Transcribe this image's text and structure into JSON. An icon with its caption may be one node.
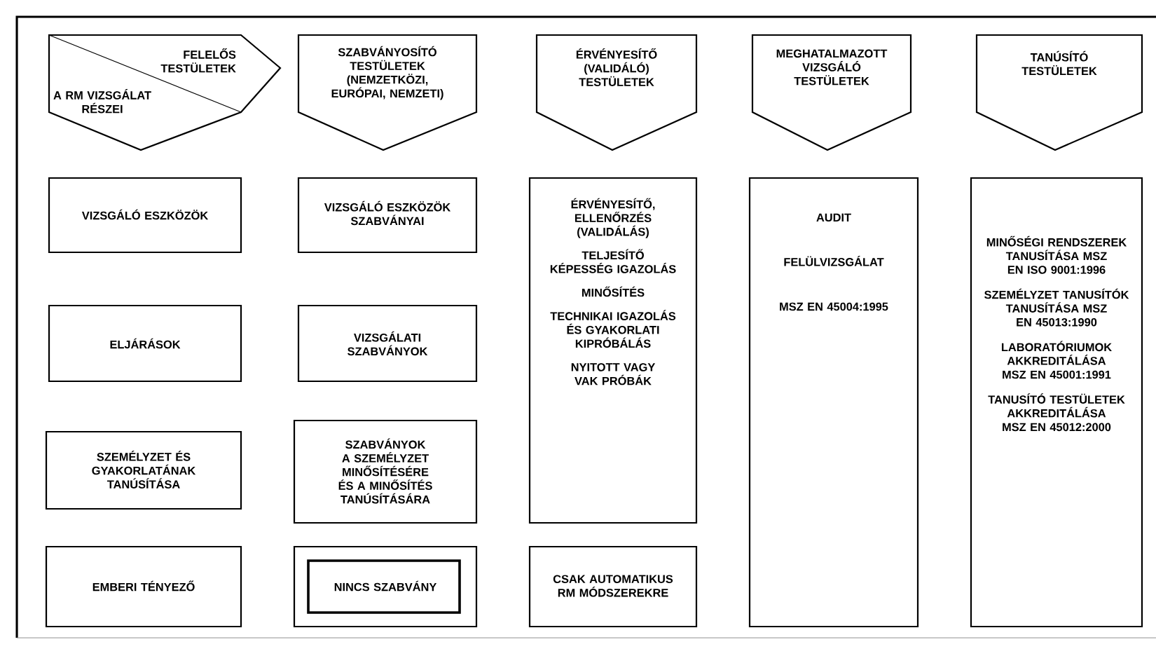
{
  "diagram": {
    "nodes": [
      {
        "text": [
          "FELELŐS TESTÜLETEK",
          "A RM VIZSGÁLAT RÉSZEI"
        ]
      },
      {
        "text": [
          "SZABVÁNYOSÍTÓ TESTÜLETEK (NEMZETKÖZI, EURÓPAI, NEMZETI)"
        ]
      },
      {
        "text": [
          "ÉRVÉNYESÍTŐ (VALIDÁLÓ) TESTÜLETEK"
        ]
      },
      {
        "text": [
          "MEGHATALMAZOTT VIZSGÁLÓ TESTÜLETEK"
        ]
      },
      {
        "text": [
          "TANÚSÍTÓ TESTÜLETEK"
        ]
      },
      {
        "text": [
          "VIZSGÁLÓ ESZKÖZÖK"
        ]
      },
      {
        "text": [
          "VIZSGÁLÓ ESZKÖZÖK SZABVÁNYAI"
        ]
      },
      {
        "text": [
          "ÉRVÉNYESÍTŐ, ELLENŐRZÉS (VALIDÁLÁS)",
          "TELJESÍTŐ KÉPESSÉG IGAZOLÁS",
          "MINŐSÍTÉS",
          "TECHNIKAI IGAZOLÁS ÉS GYAKORLATI KIPRÓBÁLÁS",
          "NYITOTT VAGY VAK PRÓBÁK"
        ]
      },
      {
        "text": [
          "AUDIT",
          "FELÜLVIZSGÁLAT",
          "MSZ EN 45004:1995"
        ]
      },
      {
        "text": [
          "MINŐSÉGI RENDSZEREK TANUSÍTÁSA MSZ EN ISO 9001:1996",
          "SZEMÉLYZET TANUSÍTÓK TANUSÍTÁSA MSZ EN 45013:1990",
          "LABORATÓRIUMOK AKKREDITÁLÁSA MSZ EN 45001:1991",
          "TANUSÍTÓ TESTÜLETEK AKKREDITÁLÁSA MSZ EN 45012:2000"
        ]
      },
      {
        "text": [
          "ELJÁRÁSOK"
        ]
      },
      {
        "text": [
          "VIZSGÁLATI SZABVÁNYOK"
        ]
      },
      {
        "text": [
          "SZEMÉLYZET ÉS GYAKORLATÁNAK TANÚSÍTÁSA"
        ]
      },
      {
        "text": [
          "SZABVÁNYOK A SZEMÉLYZET MINŐSÍTÉSÉRE ÉS A MINŐSÍTÉS TANÚSÍTÁSÁRA"
        ]
      },
      {
        "text": [
          "EMBERI TÉNYEZŐ"
        ]
      },
      {
        "text": [
          "NINCS SZABVÁNY"
        ]
      },
      {
        "text": [
          "CSAK AUTOMATIKUS RM MÓDSZEREKRE"
        ]
      }
    ]
  }
}
